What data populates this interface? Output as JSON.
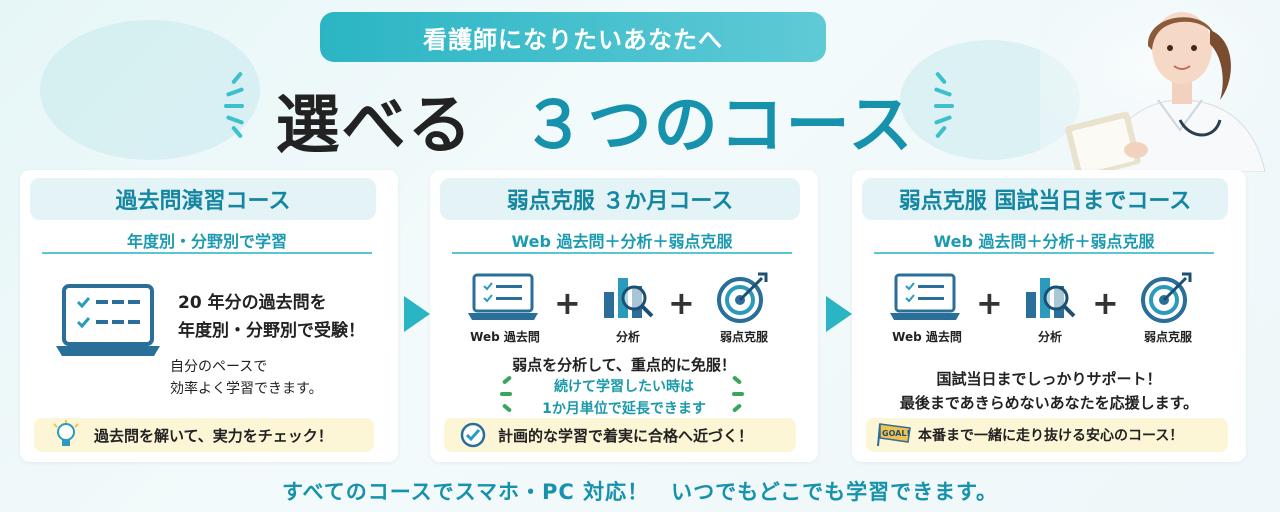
{
  "header": {
    "pill_text": "看護師になりたいあなたへ",
    "headline_part1": "選べる",
    "headline_part2": "３つのコース"
  },
  "courses": [
    {
      "title": "過去問演習コース",
      "subtitle": "年度別・分野別で学習",
      "main_line1": "20 年分の過去問を",
      "main_line2": "年度別・分野別で受験！",
      "sub_line1": "自分のペースで",
      "sub_line2": "効率よく学習できます。",
      "bottom": "過去問を解いて、実力をチェック！",
      "bottom_icon": "lightbulb-icon"
    },
    {
      "title": "弱点克服 ３か月コース",
      "subtitle": "Web 過去問＋分析＋弱点克服",
      "icon_labels": [
        "Web 過去問",
        "分析",
        "弱点克服"
      ],
      "plus": "+",
      "main_line": "弱点を分析して、重点的に免服！",
      "highlight_line1": "続けて学習したい時は",
      "highlight_line2": "1か月単位で延長できます",
      "bottom": "計画的な学習で着実に合格へ近づく！",
      "bottom_icon": "check-circle-icon"
    },
    {
      "title": "弱点克服 国試当日までコース",
      "subtitle": "Web 過去問＋分析＋弱点克服",
      "icon_labels": [
        "Web 過去問",
        "分析",
        "弱点克服"
      ],
      "plus": "+",
      "main_line1": "国試当日までしっかりサポート！",
      "main_line2": "最後まであきらめないあなたを応援します。",
      "bottom": "本番まで一緒に走り抜ける安心のコース！",
      "goal_badge": "GOAL!",
      "bottom_icon": "goal-flag-icon"
    }
  ],
  "footer": "すべてのコースでスマホ・PC 対応！　いつでもどこでも学習できます。",
  "colors": {
    "accent": "#2bb5c4",
    "title_blue": "#1486a2",
    "highlight_green": "#1a9aa8",
    "bottom_bar": "#fdf6d6"
  }
}
